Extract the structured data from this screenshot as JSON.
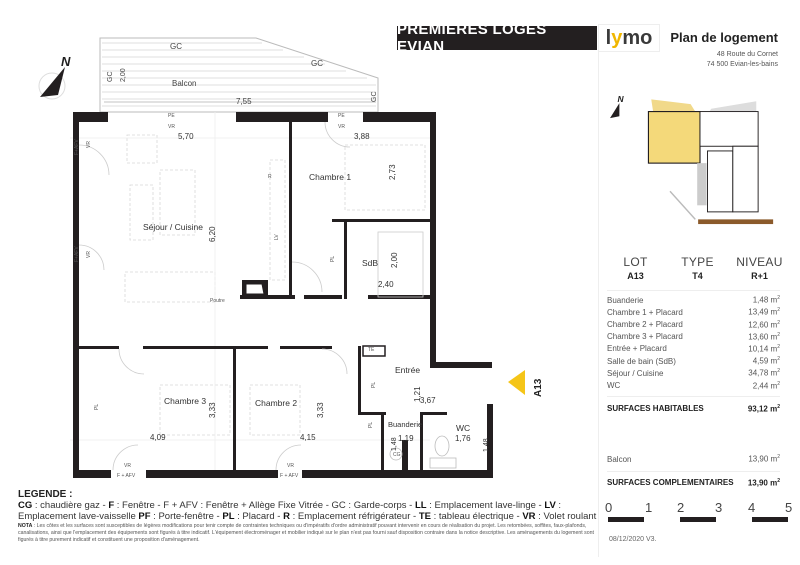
{
  "header": {
    "project_title": "PREMIERES LOGES EVIAN",
    "logo": {
      "prefix": "l",
      "accent": "y",
      "suffix": "mo",
      "accent_color": "#f0b600"
    },
    "plan_title": "Plan de logement",
    "address_line1": "48 Route du Cornet",
    "address_line2": "74 500 Evian-les-bains"
  },
  "lot_info": {
    "lot_label": "LOT",
    "lot_value": "A13",
    "type_label": "TYPE",
    "type_value": "T4",
    "level_label": "NIVEAU",
    "level_value": "R+1"
  },
  "surfaces": {
    "rooms": [
      {
        "name": "Buanderie",
        "value": "1,48",
        "unit": "m",
        "exp": "2"
      },
      {
        "name": "Chambre 1 + Placard",
        "value": "13,49",
        "unit": "m",
        "exp": "2"
      },
      {
        "name": "Chambre 2 + Placard",
        "value": "12,60",
        "unit": "m",
        "exp": "2"
      },
      {
        "name": "Chambre 3 + Placard",
        "value": "13,60",
        "unit": "m",
        "exp": "2"
      },
      {
        "name": "Entrée + Placard",
        "value": "10,14",
        "unit": "m",
        "exp": "2"
      },
      {
        "name": "Salle de bain (SdB)",
        "value": "4,59",
        "unit": "m",
        "exp": "2"
      },
      {
        "name": "Séjour / Cuisine",
        "value": "34,78",
        "unit": "m",
        "exp": "2"
      },
      {
        "name": "WC",
        "value": "2,44",
        "unit": "m",
        "exp": "2"
      }
    ],
    "total_label": "SURFACES HABITABLES",
    "total_value": "93,12 m",
    "complementary": [
      {
        "name": "Balcon",
        "value": "13,90 m",
        "exp": "2"
      }
    ],
    "complementary_total_label": "SURFACES COMPLEMENTAIRES",
    "complementary_total_value": "13,90 m",
    "exp": "2"
  },
  "scale": {
    "ticks": [
      "0",
      "1",
      "2",
      "3",
      "4",
      "5"
    ]
  },
  "date": "08/12/2020 V3.",
  "plan": {
    "north": "N",
    "entry_marker": "A13",
    "entry_color": "#f5c518",
    "rooms": {
      "balcon": "Balcon",
      "sejour": "Séjour / Cuisine",
      "chambre1": "Chambre 1",
      "chambre2": "Chambre 2",
      "chambre3": "Chambre 3",
      "sdb": "SdB",
      "entree": "Entrée",
      "buanderie": "Buanderie",
      "wc": "WC"
    },
    "dims": {
      "balcon_w": "7,55",
      "balcon_h": "2,00",
      "sejour_w": "5,70",
      "sejour_h": "6,20",
      "ch1_w": "3,88",
      "ch1_h": "2,73",
      "sdb_w": "2,40",
      "sdb_h": "2,00",
      "ch3_w": "4,09",
      "ch3_h": "3,33",
      "ch2_w": "4,15",
      "ch2_h": "3,33",
      "entree_w": "3,67",
      "entree_h": "1,21",
      "buand_w": "1,19",
      "buand_h": "1,48",
      "wc_w": "1,76",
      "wc_h": "1,48"
    },
    "labels": {
      "gc": "GC",
      "pe": "PE",
      "vr": "VR",
      "fafv": "F+AFV",
      "pl": "PL",
      "lv": "LV",
      "ll": "LL",
      "r": "R",
      "te": "TE",
      "cg": "CG",
      "poutre": "Poutre",
      "f_afv": "F + AFV"
    }
  },
  "legend": {
    "title": "LEGENDE :",
    "items": [
      {
        "code": "CG",
        "text": "chaudière gaz"
      },
      {
        "code": "F",
        "text": "Fenêtre"
      },
      {
        "code": "F + AFV",
        "text": "Fenêtre + Allège Fixe Vitrée"
      },
      {
        "code": "GC",
        "text": "Garde-corps"
      },
      {
        "code": "LL",
        "text": "Emplacement lave-linge"
      },
      {
        "code": "LV",
        "text": "Emplacement lave-vaisselle"
      },
      {
        "code": "PF",
        "text": "Porte-fenêtre"
      },
      {
        "code": "PL",
        "text": "Placard"
      },
      {
        "code": "R",
        "text": "Emplacement réfrigérateur"
      },
      {
        "code": "TE",
        "text": "tableau électrique"
      },
      {
        "code": "VR",
        "text": "Volet roulant"
      }
    ],
    "note_label": "NOTA",
    "note": ": Les côtes et les surfaces sont susceptibles de légères modifications pour tenir compte de contraintes techniques ou d'impératifs d'ordre administratif pouvant intervenir en cours de réalisation du projet. Les retombées, soffites, faux-plafonds, canalisations, ainsi que l'emplacement des équipements sont figurés à titre indicatif. L'équipement électroménager et mobilier indiqué sur le plan n'est pas fourni sauf disposition contraire dans la notice descriptive. Les aménagements du logement sont figurés à titre purement indicatif et constituent une proposition d'aménagement."
  }
}
